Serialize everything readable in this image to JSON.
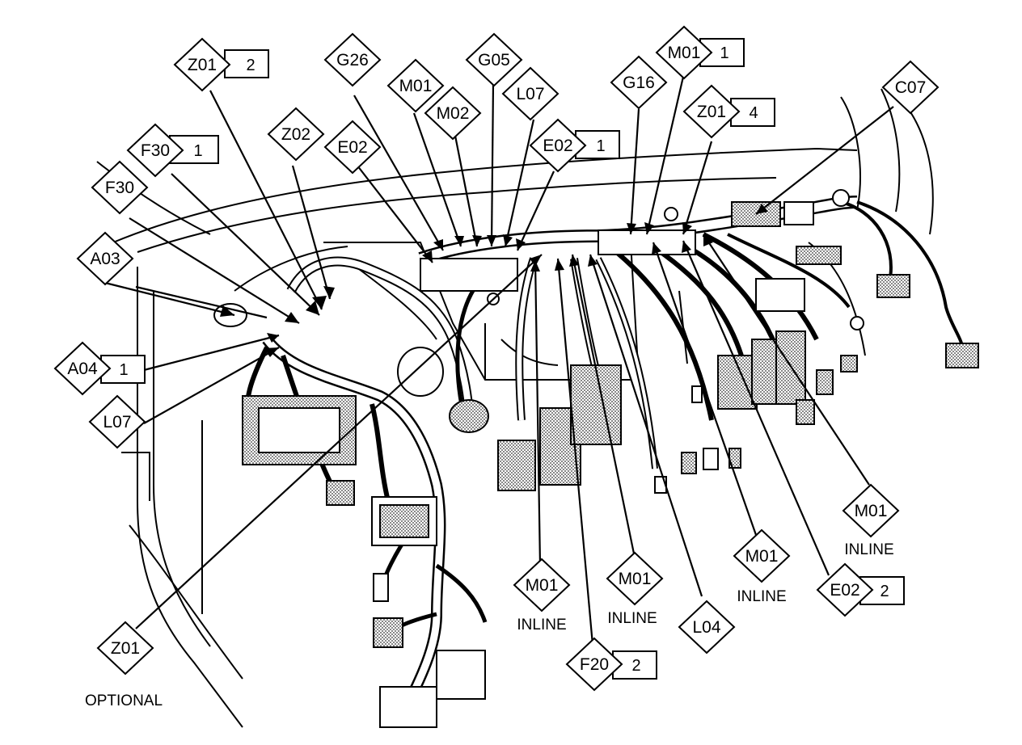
{
  "callouts": {
    "z01_top": {
      "code": "Z01",
      "num": "2"
    },
    "f30_num": {
      "code": "F30",
      "num": "1"
    },
    "f30": {
      "code": "F30"
    },
    "a03": {
      "code": "A03"
    },
    "a04": {
      "code": "A04",
      "num": "1"
    },
    "l07_left": {
      "code": "L07"
    },
    "z02": {
      "code": "Z02"
    },
    "e02": {
      "code": "E02"
    },
    "g26": {
      "code": "G26"
    },
    "m01_a": {
      "code": "M01"
    },
    "m02": {
      "code": "M02"
    },
    "g05": {
      "code": "G05"
    },
    "l07_mid": {
      "code": "L07"
    },
    "e02_num": {
      "code": "E02",
      "num": "1"
    },
    "g16": {
      "code": "G16"
    },
    "m01_top": {
      "code": "M01",
      "num": "1"
    },
    "z01_right": {
      "code": "Z01",
      "num": "4"
    },
    "c07": {
      "code": "C07"
    },
    "z01_bottom": {
      "code": "Z01",
      "note": "OPTIONAL"
    },
    "m01_inline1": {
      "code": "M01",
      "note": "INLINE"
    },
    "f20": {
      "code": "F20",
      "num": "2"
    },
    "m01_inline2": {
      "code": "M01",
      "note": "INLINE"
    },
    "l04": {
      "code": "L04"
    },
    "m01_inline3": {
      "code": "M01",
      "note": "INLINE"
    },
    "e02_2": {
      "code": "E02",
      "num": "2"
    },
    "m01_inline4": {
      "code": "M01",
      "note": "INLINE"
    }
  }
}
